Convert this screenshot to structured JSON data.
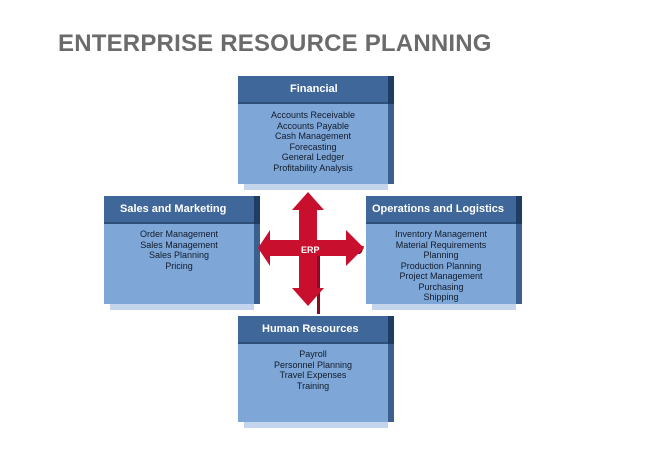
{
  "title": "ENTERPRISE RESOURCE PLANNING",
  "center_label": "ERP",
  "colors": {
    "module_fill": "#7ea7d8",
    "header_fill": "#3f6799",
    "arrow_fill": "#c8102e",
    "title_text": "#6b6b6b"
  },
  "modules": {
    "financial": {
      "title": "Financial",
      "items": [
        "Accounts Receivable",
        "Accounts Payable",
        "Cash Management",
        "Forecasting",
        "General Ledger",
        "Profitability Analysis"
      ]
    },
    "sales": {
      "title": "Sales and Marketing",
      "items": [
        "Order Management",
        "Sales Management",
        "Sales Planning",
        "Pricing"
      ]
    },
    "operations": {
      "title": "Operations and Logistics",
      "items": [
        "Inventory Management",
        "Material Requirements",
        "Planning",
        "Production Planning",
        "Project Management",
        "Purchasing",
        "Shipping"
      ]
    },
    "hr": {
      "title": "Human Resources",
      "items": [
        "Payroll",
        "Personnel Planning",
        "Travel Expenses",
        "Training"
      ]
    }
  }
}
